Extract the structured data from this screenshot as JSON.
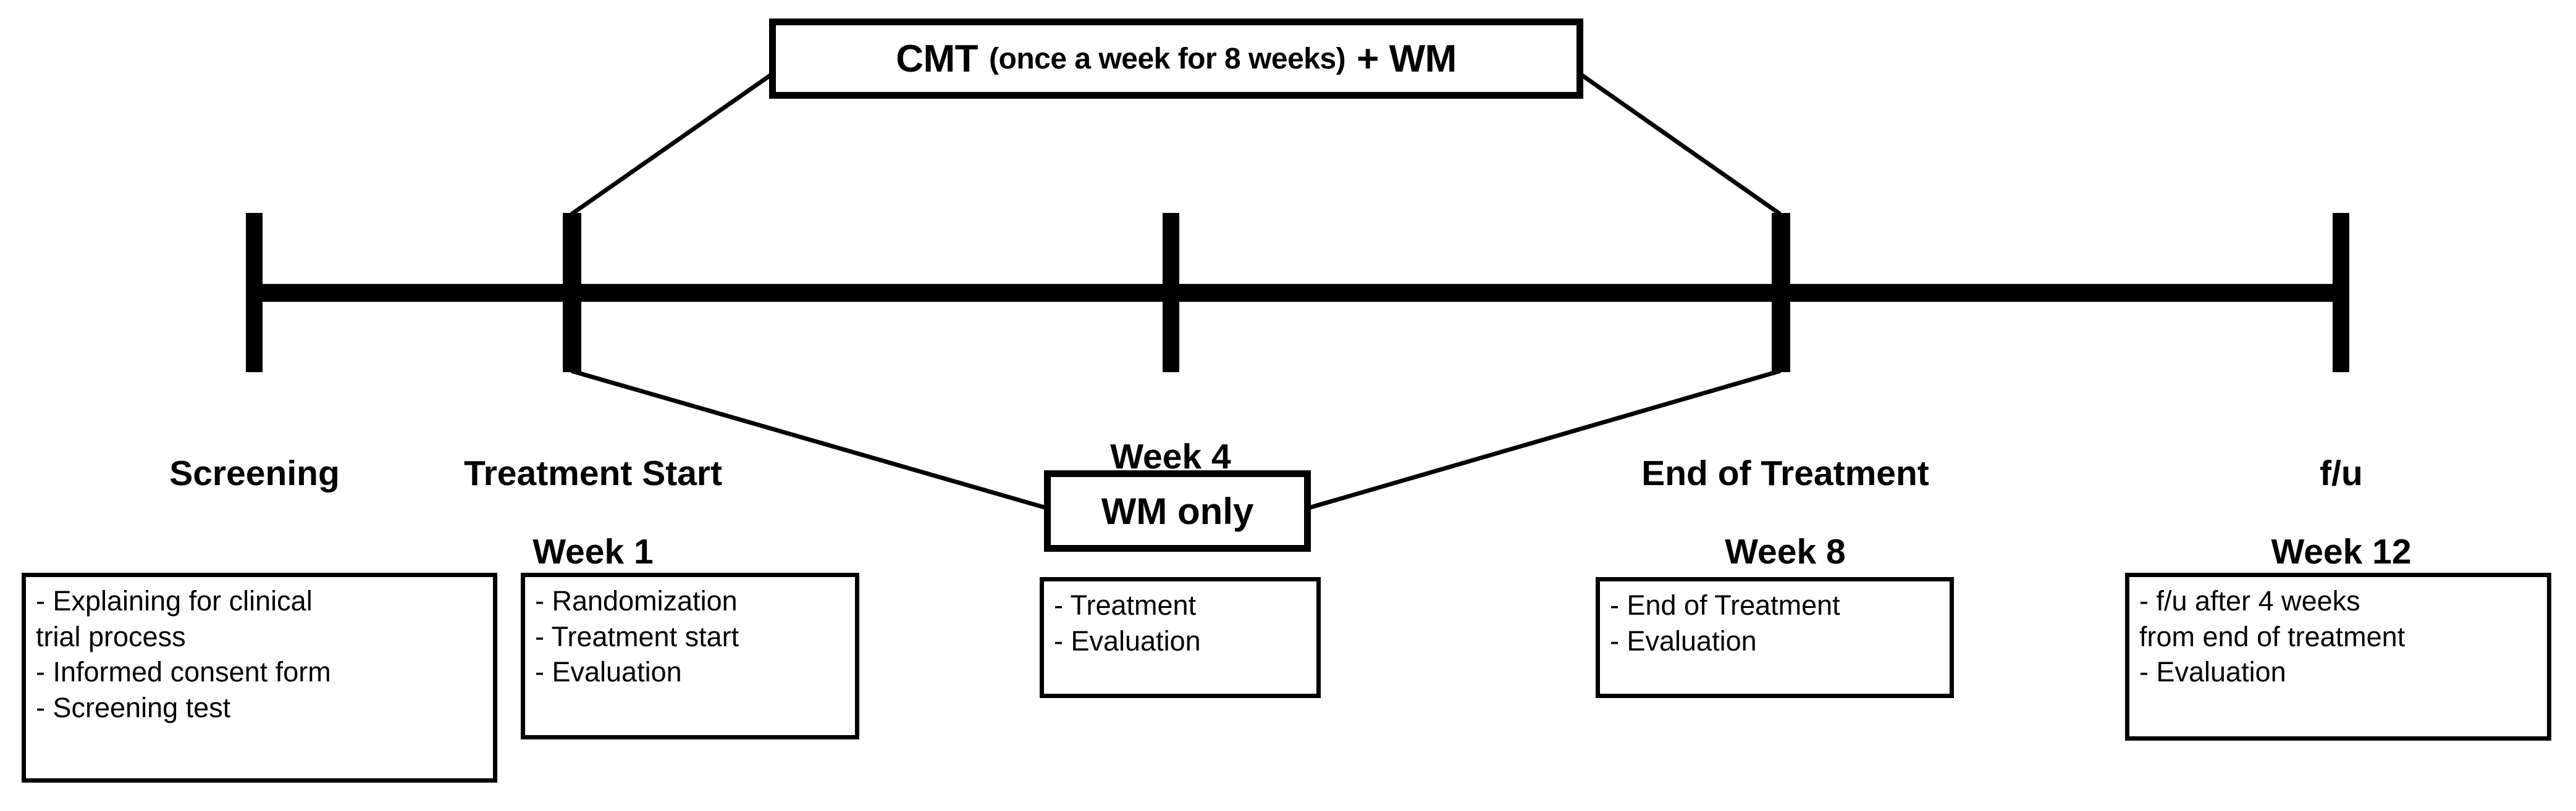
{
  "diagram": {
    "title_box": {
      "name": "cmt-treatment-box",
      "lead": "CMT",
      "detail": "(once a week for 8 weeks)",
      "tail": "+ WM"
    },
    "control_box": {
      "name": "wm-only-box",
      "label": "WM only"
    },
    "milestones": [
      {
        "id": "screening",
        "label": "Screening",
        "week": ""
      },
      {
        "id": "treatment-start",
        "label": "Treatment Start",
        "week": "Week 1"
      },
      {
        "id": "week-4",
        "label": "Week  4",
        "week": ""
      },
      {
        "id": "end-of-treatment",
        "label": "End of Treatment",
        "week": "Week 8"
      },
      {
        "id": "follow-up",
        "label": "f/u",
        "week": "Week 12"
      }
    ],
    "detail_boxes": [
      {
        "id": "screening-details",
        "lines": [
          "- Explaining for clinical\ntrial process",
          "- Informed consent form",
          "- Screening test"
        ]
      },
      {
        "id": "treatment-start-details",
        "lines": [
          "- Randomization",
          "- Treatment start",
          "- Evaluation"
        ]
      },
      {
        "id": "week-4-details",
        "lines": [
          "- Treatment",
          "- Evaluation"
        ]
      },
      {
        "id": "end-of-treatment-details",
        "lines": [
          "- End of Treatment",
          "- Evaluation"
        ]
      },
      {
        "id": "follow-up-details",
        "lines": [
          "- f/u after 4 weeks\nfrom end of treatment",
          "- Evaluation"
        ]
      }
    ],
    "colors": {
      "ink": "#000000",
      "paper": "#ffffff"
    }
  }
}
